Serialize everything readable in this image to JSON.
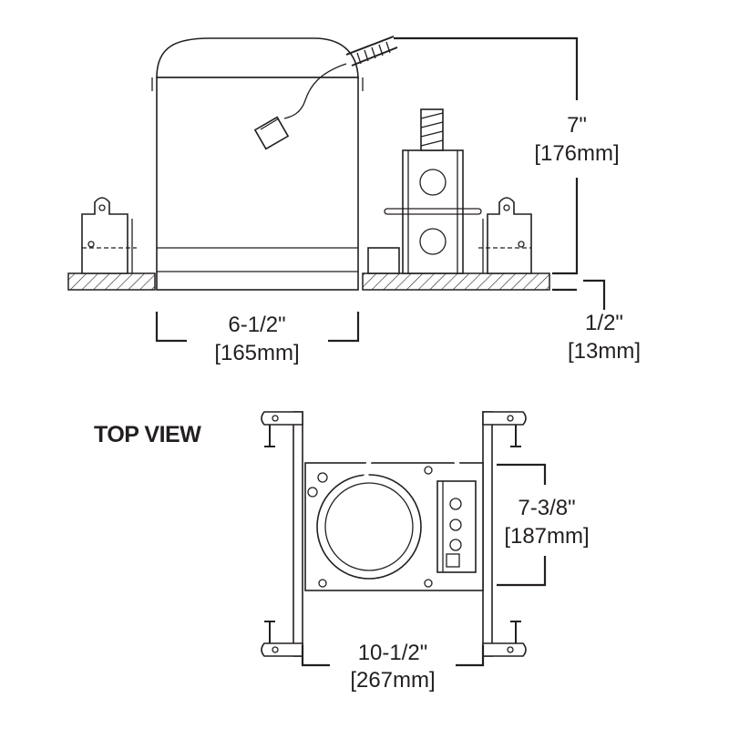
{
  "title": "TOP VIEW",
  "side_view": {
    "height": {
      "imperial": "7\"",
      "metric": "[176mm]"
    },
    "aperture_width": {
      "imperial": "6-1/2\"",
      "metric": "[165mm]"
    },
    "ceiling_thickness": {
      "imperial": "1/2\"",
      "metric": "[13mm]"
    }
  },
  "top_view": {
    "depth": {
      "imperial": "7-3/8\"",
      "metric": "[187mm]"
    },
    "width": {
      "imperial": "10-1/2\"",
      "metric": "[267mm]"
    }
  }
}
